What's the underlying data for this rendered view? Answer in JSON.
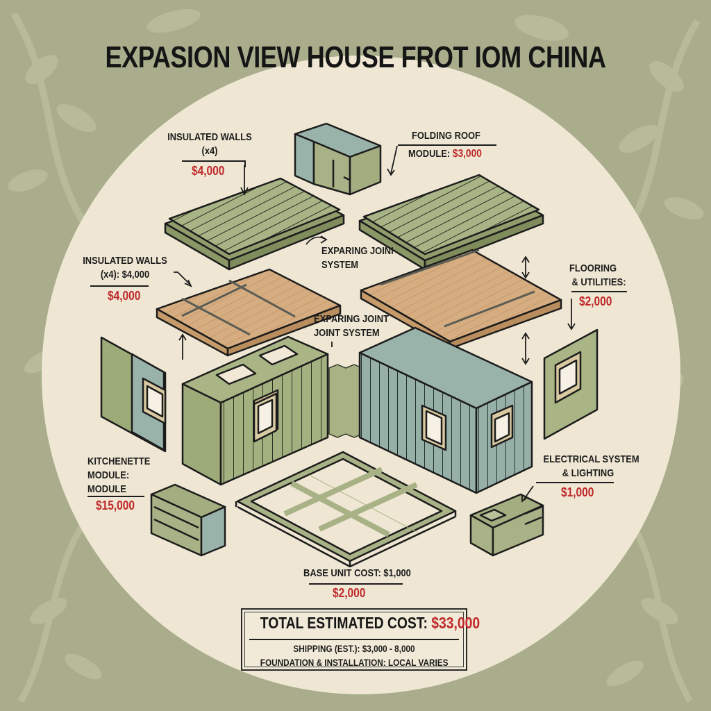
{
  "title": "EXPASION VIEW HOUSE FROT IOM CHINA",
  "colors": {
    "background": "#a9ad8c",
    "circle": "#efe7d4",
    "olive_module": "#a8b486",
    "blue_module": "#98b1a8",
    "wood_floor": "#d4aa7c",
    "price_red": "#c0282a",
    "ink": "#1c1c1c"
  },
  "components": {
    "insulated_walls_top": {
      "line1": "INSULATED WALLS",
      "line2": "(x4)",
      "price": "$4,000"
    },
    "folding_roof": {
      "line1": "FOLDING ROOF",
      "line2": "MODULE:",
      "price": "$3,000"
    },
    "insulated_walls_left": {
      "line1": "INSULATED WALLS",
      "line2": "(x4): $4,000",
      "price": "$4,000"
    },
    "joint_system_upper": {
      "line1": "EXPARING JOINI",
      "line2": "SYSTEM"
    },
    "joint_system_center": {
      "line1": "EXPARING JOINT",
      "line2": "JOINT SYSTEM"
    },
    "flooring_utilities": {
      "line1": "FLOORING",
      "line2": "& UTILITIES:",
      "price": "$2,000"
    },
    "kitchenette": {
      "line1": "KITCHENETTE",
      "line2": "MODULE:",
      "line3": "MODULE",
      "price": "$15,000"
    },
    "electrical": {
      "line1": "ELECTRICAL SYSTEM",
      "line2": "& LIGHTING",
      "price": "$1,000"
    },
    "base_unit": {
      "line1": "BASE UNIT COST: $1,000",
      "price": "$2,000"
    }
  },
  "summary": {
    "total_label": "TOTAL ESTIMATED COST:",
    "total_value": "$33,000",
    "shipping": "SHIPPING (EST.): $3,000 - 8,000",
    "foundation": "FOUNDATION & INSTALLATION: LOCAL VARIES"
  }
}
